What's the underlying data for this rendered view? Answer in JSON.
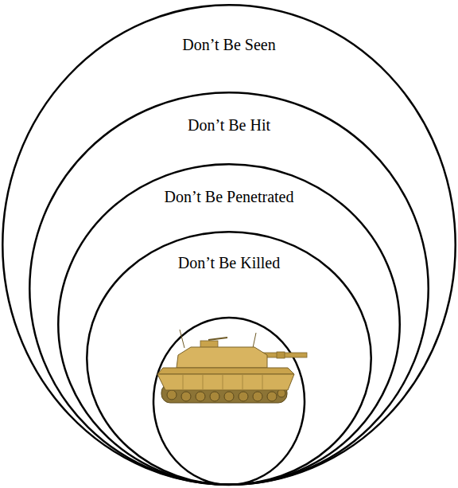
{
  "diagram": {
    "nodes": [
      {
        "text": [
          "Don’t Be Seen"
        ]
      },
      {
        "text": [
          "Don’t Be Hit"
        ],
        "in": 0
      },
      {
        "text": [
          "Don’t Be Penetrated"
        ],
        "in": 1
      },
      {
        "text": [
          "Don’t Be Killed"
        ],
        "in": 2
      }
    ]
  }
}
